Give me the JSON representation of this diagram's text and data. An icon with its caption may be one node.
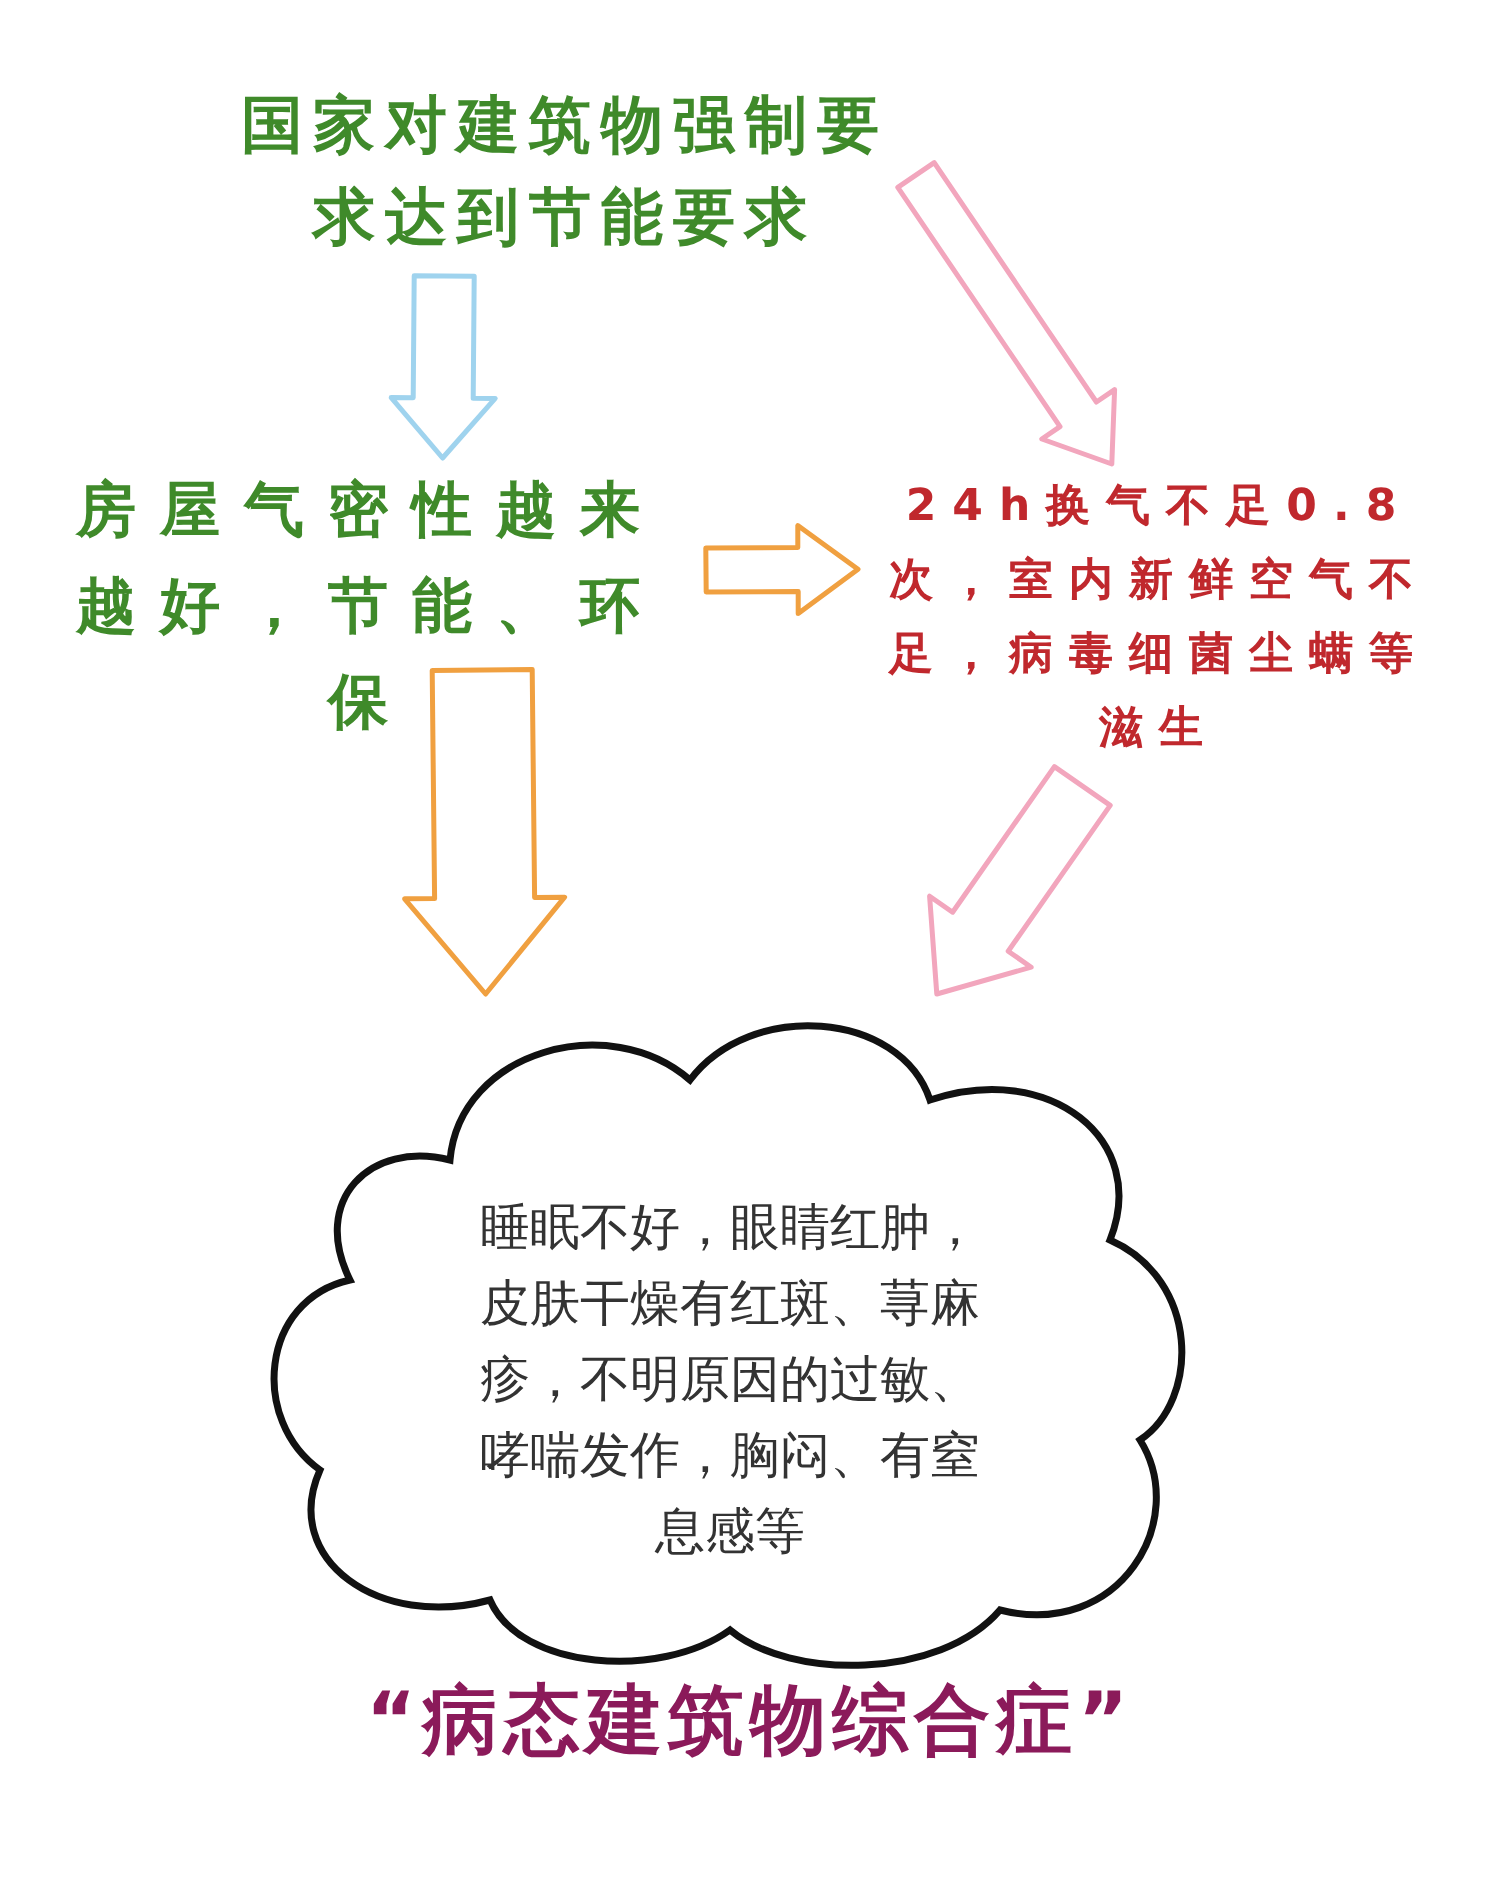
{
  "diagram": {
    "nodes": [
      {
        "text": [
          "国家对建筑物强制要求达到节能要求"
        ]
      },
      {
        "text": [
          "房屋气密性越来越好，节能、环保"
        ]
      },
      {
        "text": [
          "24h换气不足0.8次，室内新鲜空气不足，病毒细菌尘螨等滋生"
        ]
      },
      {
        "text": [
          "睡眠不好，眼睛红肿，皮肤干燥有红斑、荨麻疹，不明原因的过敏、哮喘发作，胸闷、有窒息感等"
        ],
        "beside": [
          "“病态建筑物综合症”"
        ]
      }
    ],
    "edges": [
      {
        "from": 0,
        "to": 1,
        "arrow": "to",
        "color": "#9fd3ee"
      },
      {
        "from": 0,
        "to": 2,
        "arrow": "to",
        "color": "#f2a6bd"
      },
      {
        "from": 1,
        "to": 2,
        "arrow": "to",
        "color": "#f0a040"
      },
      {
        "from": 1,
        "to": 3,
        "arrow": "to",
        "color": "#f0a040"
      },
      {
        "from": 2,
        "to": 3,
        "arrow": "to",
        "color": "#f2a6bd"
      }
    ]
  }
}
